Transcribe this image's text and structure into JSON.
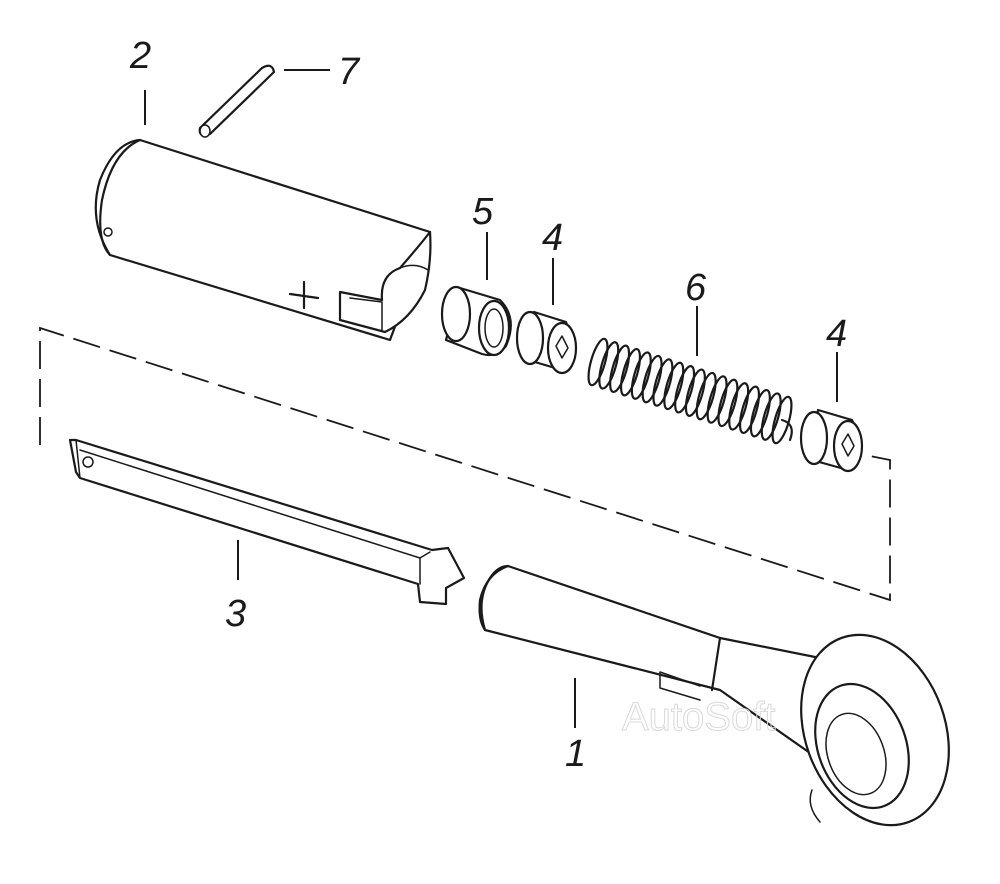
{
  "callouts": {
    "part_1": "1",
    "part_2": "2",
    "part_3": "3",
    "part_4a": "4",
    "part_4b": "4",
    "part_5": "5",
    "part_6": "6",
    "part_7": "7"
  },
  "watermark": "AutoSoft",
  "colors": {
    "line": "#1a1a1a",
    "background": "#ffffff",
    "watermark": "#d9d9d9"
  }
}
